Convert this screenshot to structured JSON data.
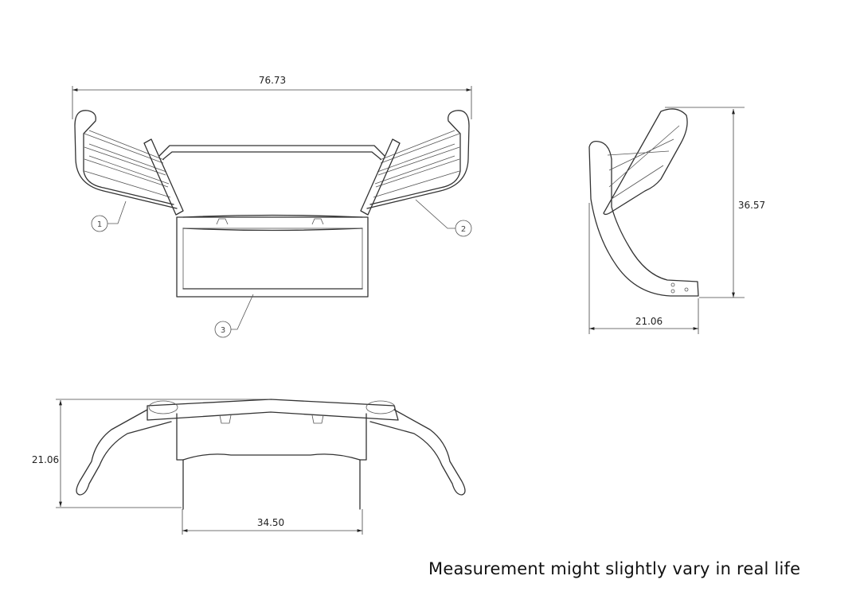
{
  "front_view": {
    "width_dimension": "76.73",
    "callouts": [
      "1",
      "2",
      "3"
    ]
  },
  "side_view": {
    "height_dimension": "36.57",
    "depth_dimension": "21.06"
  },
  "top_view": {
    "height_dimension": "21.06",
    "center_width_dimension": "34.50"
  },
  "caption": "Measurement might slightly vary in real life"
}
